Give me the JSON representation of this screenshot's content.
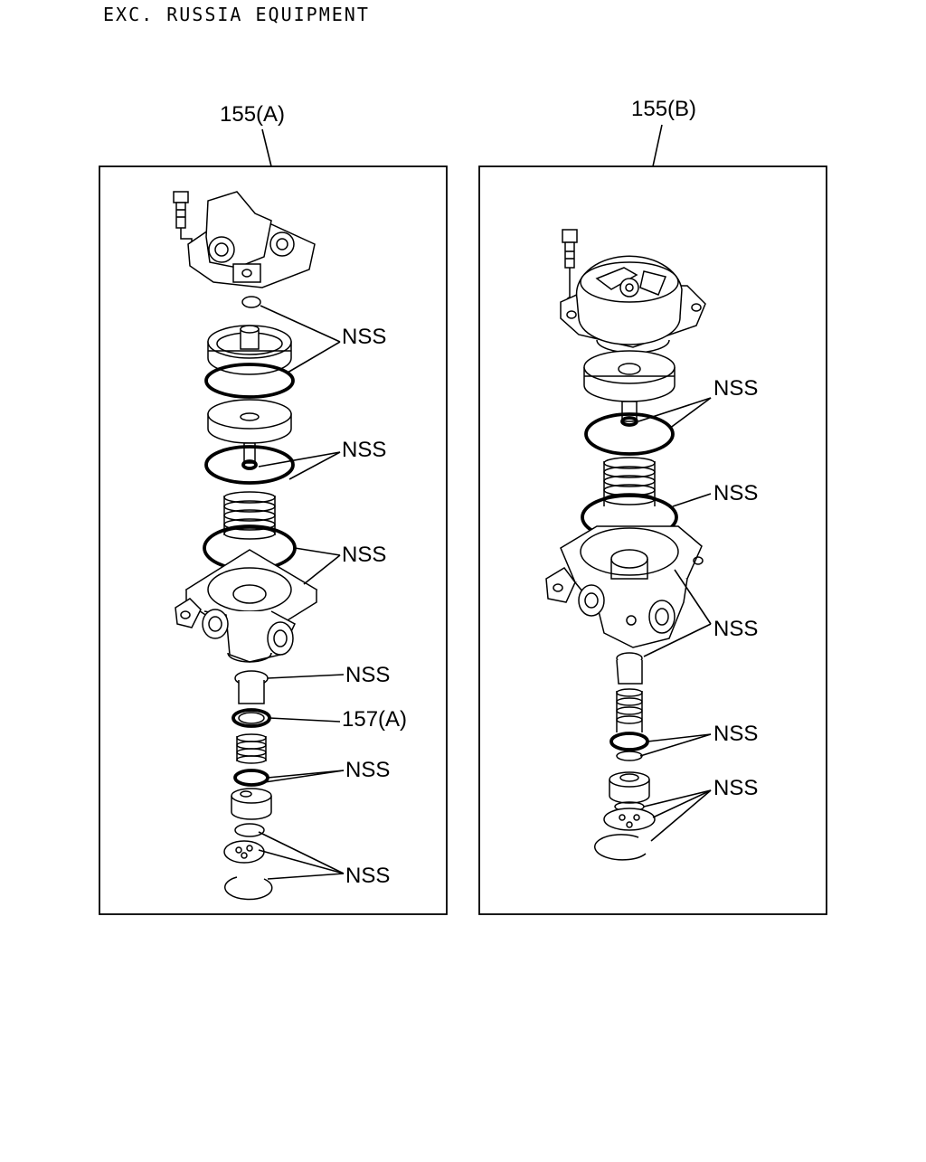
{
  "title": "EXC. RUSSIA EQUIPMENT",
  "panels": [
    {
      "ref": "155(A)",
      "labels": [
        "NSS",
        "NSS",
        "NSS",
        "NSS",
        "157(A)",
        "NSS",
        "NSS"
      ]
    },
    {
      "ref": "155(B)",
      "labels": [
        "NSS",
        "NSS",
        "NSS",
        "NSS",
        "NSS"
      ]
    }
  ]
}
